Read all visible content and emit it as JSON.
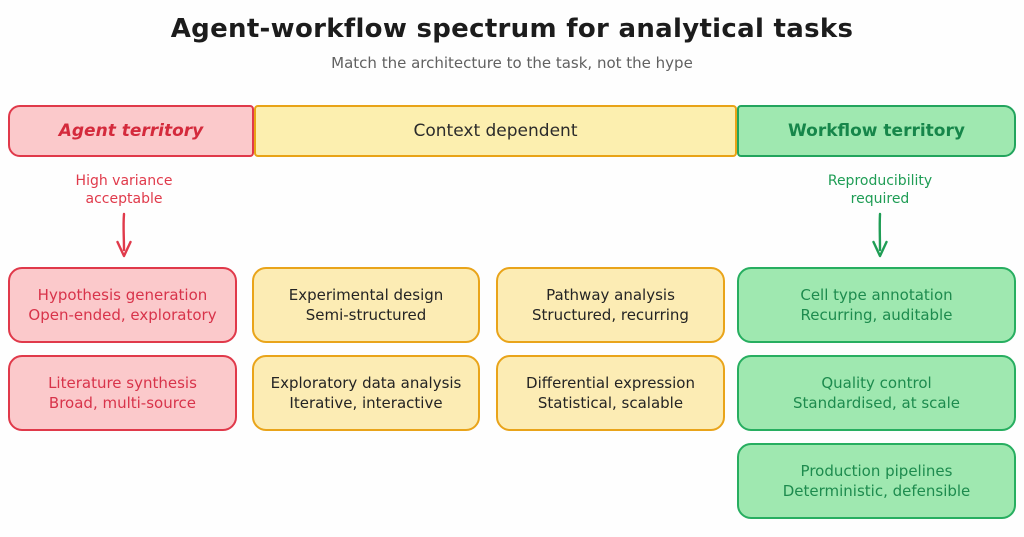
{
  "header": {
    "title": "Agent-workflow spectrum for analytical tasks",
    "subtitle": "Match the architecture to the task, not the hype"
  },
  "spectrum": {
    "segments": [
      {
        "label": "Agent territory",
        "color": "#fbc9cb",
        "border": "#e0394a",
        "text_color": "#d42a3c"
      },
      {
        "label": "Context dependent",
        "color": "#fcefaf",
        "border": "#e8a317",
        "text_color": "#2b2b2b"
      },
      {
        "label": "Workflow territory",
        "color": "#9fe8b0",
        "border": "#22a45d",
        "text_color": "#16864a"
      }
    ]
  },
  "annotations": [
    {
      "text": "High variance\nacceptable",
      "color": "#e03a4b",
      "arrow": "down-arrow-icon"
    },
    {
      "text": "Reproducibility\nrequired",
      "color": "#1f9d55",
      "arrow": "down-arrow-icon"
    }
  ],
  "columns": [
    {
      "name": "agent",
      "cards": [
        {
          "title": "Hypothesis generation",
          "detail": "Open-ended, exploratory"
        },
        {
          "title": "Literature synthesis",
          "detail": "Broad, multi-source"
        }
      ]
    },
    {
      "name": "context-left",
      "cards": [
        {
          "title": "Experimental design",
          "detail": "Semi-structured"
        },
        {
          "title": "Exploratory data analysis",
          "detail": "Iterative, interactive"
        }
      ]
    },
    {
      "name": "context-right",
      "cards": [
        {
          "title": "Pathway analysis",
          "detail": "Structured, recurring"
        },
        {
          "title": "Differential expression",
          "detail": "Statistical, scalable"
        }
      ]
    },
    {
      "name": "workflow",
      "cards": [
        {
          "title": "Cell type annotation",
          "detail": "Recurring, auditable"
        },
        {
          "title": "Quality control",
          "detail": "Standardised, at scale"
        },
        {
          "title": "Production pipelines",
          "detail": "Deterministic, defensible"
        }
      ]
    }
  ],
  "cards_text": {
    "c00": "Hypothesis generation\nOpen-ended, exploratory",
    "c01": "Literature synthesis\nBroad, multi-source",
    "c10": "Experimental design\nSemi-structured",
    "c11": "Exploratory data analysis\nIterative, interactive",
    "c20": "Pathway analysis\nStructured, recurring",
    "c21": "Differential expression\nStatistical, scalable",
    "c30": "Cell type annotation\nRecurring, auditable",
    "c31": "Quality control\nStandardised, at scale",
    "c32": "Production pipelines\nDeterministic, defensible"
  },
  "annotation_text": {
    "left": "High variance\nacceptable",
    "right": "Reproducibility\nrequired"
  }
}
